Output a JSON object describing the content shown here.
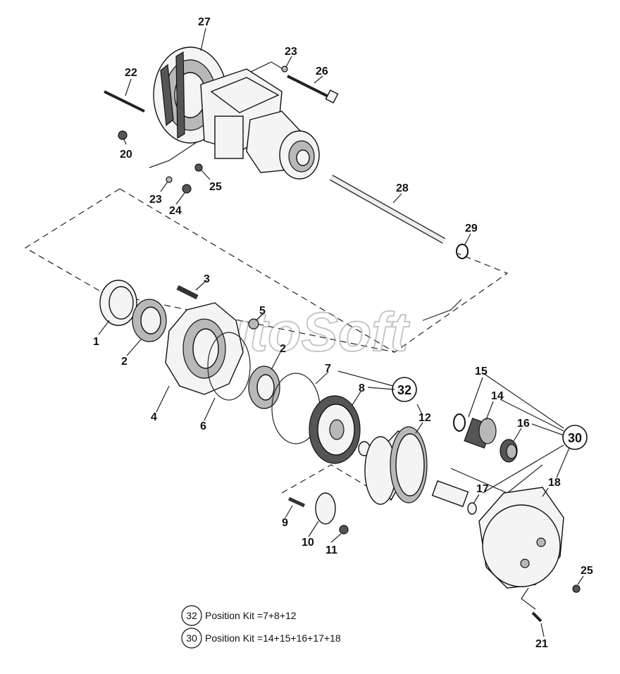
{
  "labels": {
    "l1": "1",
    "l2a": "2",
    "l2b": "2",
    "l3": "3",
    "l4": "4",
    "l5": "5",
    "l6": "6",
    "l7": "7",
    "l8": "8",
    "l9": "9",
    "l10": "10",
    "l11": "11",
    "l12": "12",
    "l14": "14",
    "l15": "15",
    "l16": "16",
    "l17": "17",
    "l18": "18",
    "l20": "20",
    "l21": "21",
    "l22": "22",
    "l23a": "23",
    "l23b": "23",
    "l24": "24",
    "l25a": "25",
    "l25b": "25",
    "l26": "26",
    "l27": "27",
    "l28": "28",
    "l29": "29"
  },
  "kits": {
    "k32": "32",
    "k30": "30"
  },
  "legend": [
    {
      "num": "32",
      "text": "Position Kit =7+8+12"
    },
    {
      "num": "30",
      "text": "Position Kit =14+15+16+17+18"
    }
  ],
  "watermark": "AutoSoft"
}
